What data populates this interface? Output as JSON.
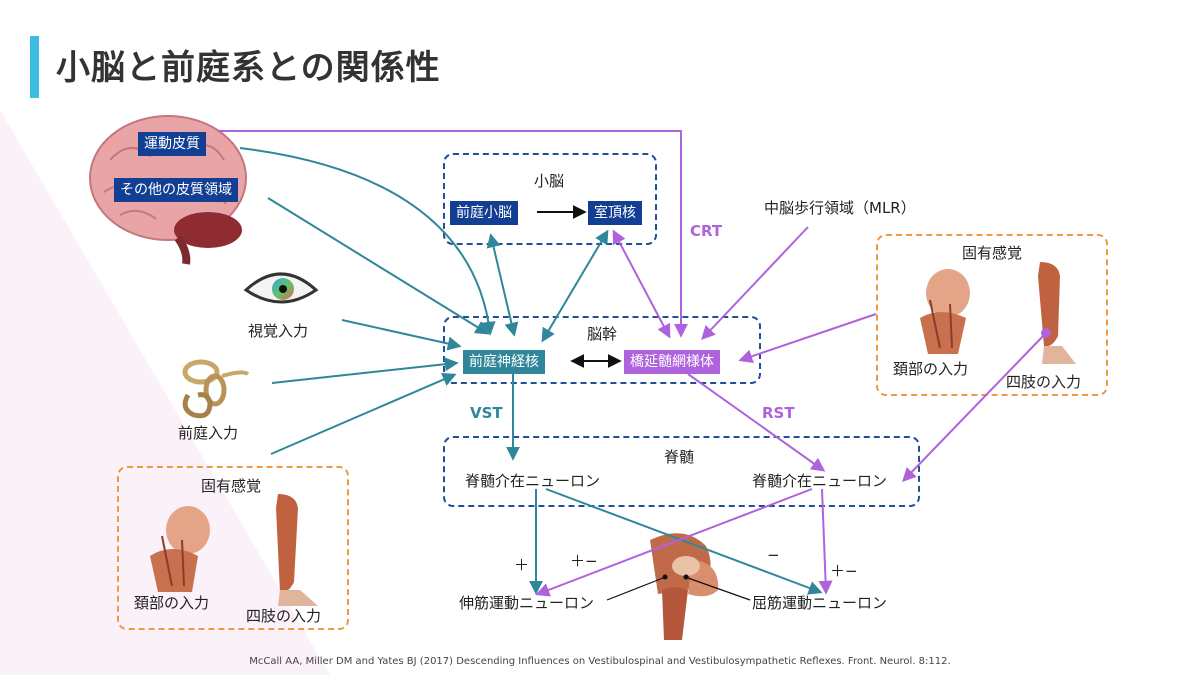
{
  "title": "小脳と前庭系との関係性",
  "colors": {
    "accent_bar": "#3dbde3",
    "navy": "#123e93",
    "teal": "#2f8799",
    "purple": "#ae63dc",
    "orange": "#ee9a45",
    "dashed_blue": "#1f4e9a"
  },
  "icons": [
    "brain-image",
    "eye-image",
    "inner-ear-image",
    "neck-muscle-image",
    "leg-muscle-image",
    "knee-image"
  ],
  "cortex": {
    "motor": "運動皮質",
    "other": "その他の皮質領域"
  },
  "cerebellum": {
    "label": "小脳",
    "vestibulocerebellum": "前庭小脳",
    "fastigial": "室頂核"
  },
  "brainstem": {
    "label": "脳幹",
    "vestibular_nuclei": "前庭神経核",
    "reticular": "橋延髄網様体"
  },
  "spinal": {
    "label": "脊髄",
    "interneuron_left": "脊髄介在ニューロン",
    "interneuron_right": "脊髄介在ニューロン"
  },
  "inputs": {
    "visual": "視覚入力",
    "vestibular": "前庭入力",
    "mlr": "中脳歩行領域（MLR）"
  },
  "proprio_right": {
    "title": "固有感覚",
    "neck": "頚部の入力",
    "limb": "四肢の入力"
  },
  "proprio_left": {
    "title": "固有感覚",
    "neck": "頚部の入力",
    "limb": "四肢の入力"
  },
  "tracts": {
    "crt": "CRT",
    "vst": "VST",
    "rst": "RST"
  },
  "signs": {
    "left_plus": "＋",
    "left_plusminus": "＋−",
    "right_minus": "−",
    "right_plusminus": "＋−"
  },
  "motor_neurons": {
    "extensor": "伸筋運動ニューロン",
    "flexor": "屈筋運動ニューロン"
  },
  "citation": "McCall AA, Miller DM and Yates BJ (2017) Descending Influences on Vestibulospinal and Vestibulosympathetic Reflexes. Front. Neurol. 8:112."
}
